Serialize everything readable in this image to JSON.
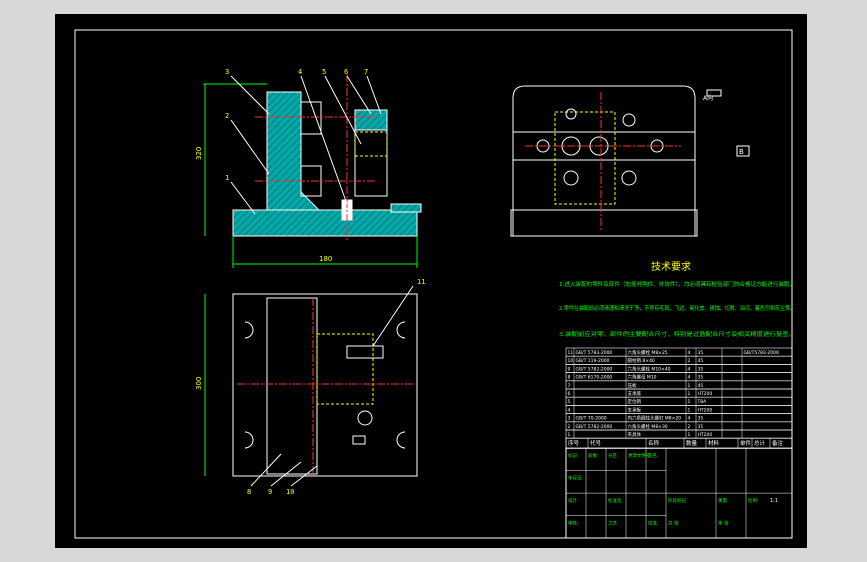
{
  "balloons": [
    "3",
    "2",
    "1",
    "4",
    "5",
    "6",
    "7",
    "11",
    "8",
    "9",
    "10"
  ],
  "dims": {
    "height_front": "320",
    "width_front": "180",
    "height_top": "300"
  },
  "view_tags": {
    "a": "A向",
    "b": "B"
  },
  "tech": {
    "title": "技术要求",
    "lines": [
      "1.进入装配的零件及部件（包括外购件、外协件），均必须具有检验部门的合格证方能进行装配。",
      "2.零件在装配前必须清理和清洗干净，不得有毛刺、飞边、氧化皮、锈蚀、切屑、油污、着色剂和灰尘等。",
      "3.装配前应对零、部件的主要配合尺寸，特别是过盈配合尺寸及相关精度进行复查。"
    ]
  },
  "bom_rows": [
    [
      "11",
      "GB/T 5783-2000",
      "六角头螺栓 M8×25",
      "4",
      "35",
      "",
      "GB/T5783-2000"
    ],
    [
      "10",
      "GB/T 119-2000",
      "圆柱销 8×40",
      "2",
      "45",
      "",
      ""
    ],
    [
      "9",
      "GB/T 5782-2000",
      "六角头螺栓 M10×40",
      "4",
      "35",
      "",
      ""
    ],
    [
      "8",
      "GB/T 6170-2000",
      "六角螺母 M10",
      "4",
      "35",
      "",
      ""
    ],
    [
      "7",
      "",
      "压板",
      "1",
      "45",
      "",
      ""
    ],
    [
      "6",
      "",
      "支承座",
      "1",
      "HT200",
      "",
      ""
    ],
    [
      "5",
      "",
      "定位销",
      "1",
      "T8A",
      "",
      ""
    ],
    [
      "4",
      "",
      "支承板",
      "1",
      "HT200",
      "",
      ""
    ],
    [
      "3",
      "GB/T 70-2000",
      "内六角圆柱头螺钉 M8×20",
      "4",
      "35",
      "",
      ""
    ],
    [
      "2",
      "GB/T 5782-2000",
      "六角头螺栓 M8×30",
      "2",
      "35",
      "",
      ""
    ],
    [
      "1",
      "",
      "夹具体",
      "1",
      "HT200",
      "",
      ""
    ]
  ],
  "bom_header": [
    "序号",
    "代号",
    "名称",
    "数量",
    "材料",
    "单件",
    "总计",
    "备注"
  ],
  "title_block": {
    "labels": [
      "标记",
      "处数",
      "分区",
      "更改文件号",
      "签名",
      "年月日",
      "设计",
      "标准化",
      "审核",
      "工艺",
      "批准",
      "阶段标记",
      "重量",
      "比例",
      "共 张",
      "第 张"
    ],
    "scale": "1:1"
  },
  "colors": {
    "line": "#ffffff",
    "section": "#00c8c8",
    "hidden": "#ffff00",
    "center": "#ff3030",
    "dim": "#00ff00",
    "text_green": "#00ff00",
    "text_yellow": "#ffff00"
  }
}
